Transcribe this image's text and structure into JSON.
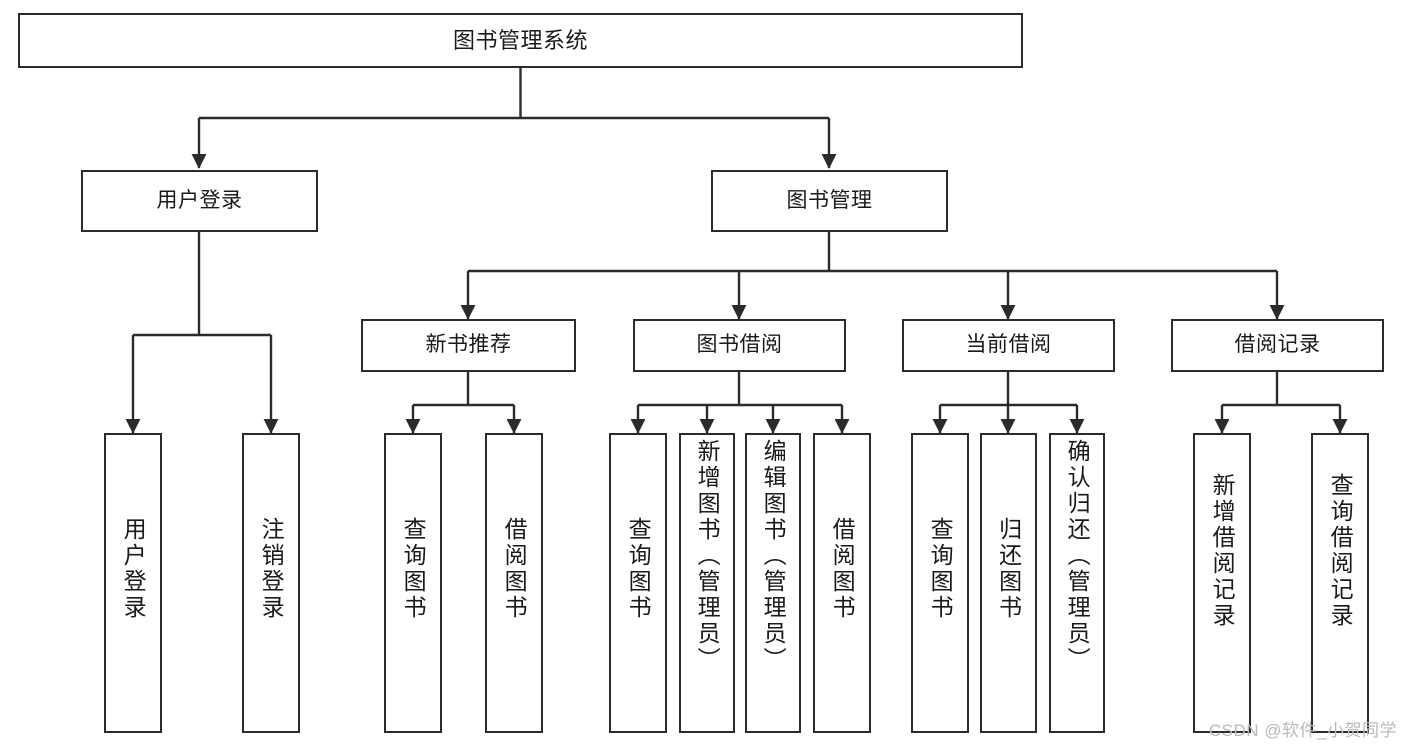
{
  "diagram": {
    "type": "tree",
    "title": "图书管理系统",
    "orientation": "top-down",
    "colors": {
      "background": "#ffffff",
      "box_border": "#2b2b2b",
      "box_fill": "#ffffff",
      "text": "#1a1a1a",
      "edge": "#2b2b2b",
      "watermark": "#b9b9b9"
    },
    "nodes": {
      "root": {
        "label": "图书管理系统",
        "level": 0
      },
      "l1": [
        {
          "id": "user_login",
          "label": "用户登录"
        },
        {
          "id": "book_manage",
          "label": "图书管理"
        }
      ],
      "l2": [
        {
          "id": "new_book_rec",
          "label": "新书推荐",
          "parent": "book_manage"
        },
        {
          "id": "book_borrow",
          "label": "图书借阅",
          "parent": "book_manage"
        },
        {
          "id": "current_borrow",
          "label": "当前借阅",
          "parent": "book_manage"
        },
        {
          "id": "borrow_record",
          "label": "借阅记录",
          "parent": "book_manage"
        }
      ],
      "leaves": {
        "user_login": [
          {
            "id": "leaf_user_login",
            "label": "用户登录"
          },
          {
            "id": "leaf_logout",
            "label": "注销登录"
          }
        ],
        "new_book_rec": [
          {
            "id": "leaf_query_book_1",
            "label": "查询图书"
          },
          {
            "id": "leaf_borrow_book_1",
            "label": "借阅图书"
          }
        ],
        "book_borrow": [
          {
            "id": "leaf_query_book_2",
            "label": "查询图书"
          },
          {
            "id": "leaf_add_book",
            "label": "新增图书（管理员）"
          },
          {
            "id": "leaf_edit_book",
            "label": "编辑图书（管理员）"
          },
          {
            "id": "leaf_borrow_book_2",
            "label": "借阅图书"
          }
        ],
        "current_borrow": [
          {
            "id": "leaf_query_book_3",
            "label": "查询图书"
          },
          {
            "id": "leaf_return_book",
            "label": "归还图书"
          },
          {
            "id": "leaf_confirm_return",
            "label": "确认归还（管理员）"
          }
        ],
        "borrow_record": [
          {
            "id": "leaf_add_record",
            "label": "新增借阅记录"
          },
          {
            "id": "leaf_query_record",
            "label": "查询借阅记录"
          }
        ]
      }
    }
  },
  "watermark": {
    "text": "CSDN @软件_小贺同学"
  }
}
